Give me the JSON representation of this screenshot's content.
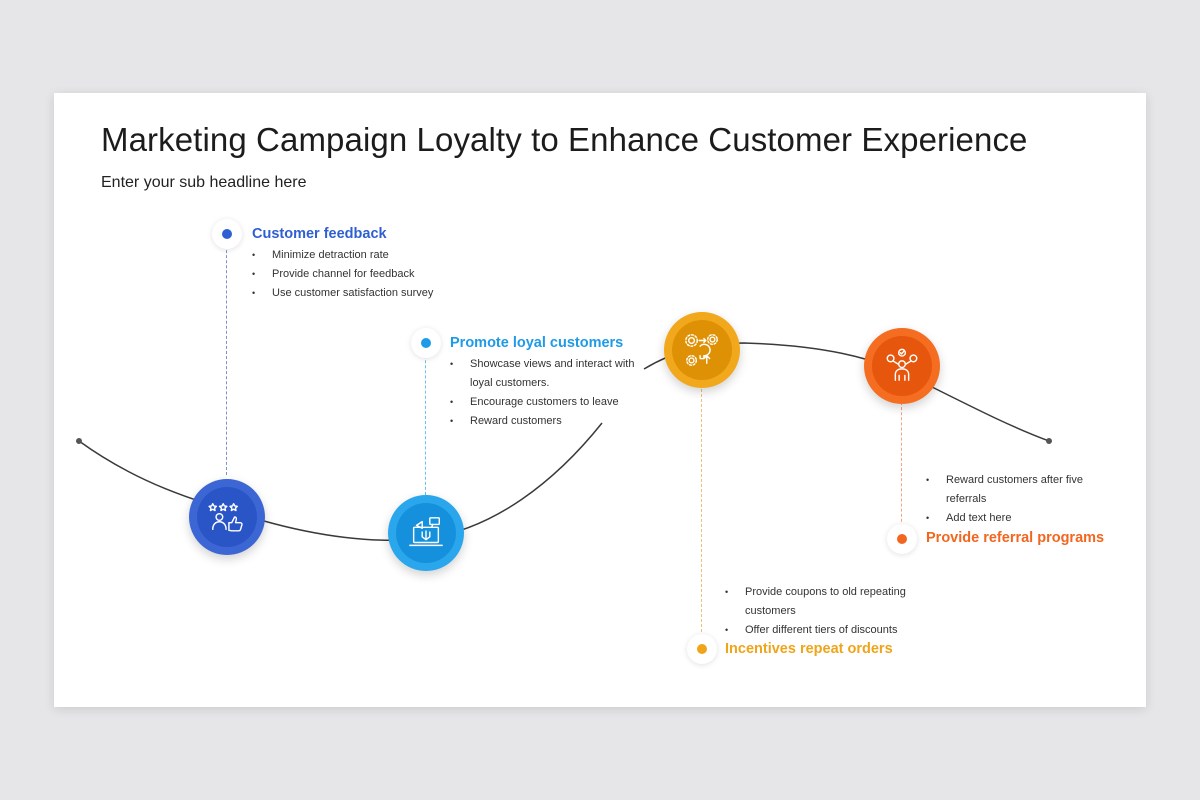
{
  "title": "Marketing Campaign Loyalty to Enhance Customer Experience",
  "subtitle": "Enter your sub headline here",
  "colors": {
    "blue": "#2f5fd0",
    "sky": "#1e9be6",
    "amber": "#f0a41a",
    "orange": "#f2661f"
  },
  "steps": [
    {
      "heading": "Customer feedback",
      "icon": "rating-thumbs-up-icon",
      "bullets": [
        "Minimize detraction rate",
        "Provide channel for feedback",
        "Use customer satisfaction survey"
      ]
    },
    {
      "heading": "Promote loyal customers",
      "icon": "laptop-megaphone-icon",
      "bullets": [
        "Showcase views and interact with",
        "loyal customers.",
        "Encourage customers to leave",
        "Reward customers"
      ]
    },
    {
      "heading": "Incentives repeat orders",
      "icon": "gears-cycle-icon",
      "bullets": [
        "Provide coupons to old repeating",
        "customers",
        "Offer different tiers of discounts"
      ]
    },
    {
      "heading": "Provide referral programs",
      "icon": "referral-network-icon",
      "bullets": [
        "Reward customers after five",
        "referrals",
        "Add text here"
      ]
    }
  ]
}
